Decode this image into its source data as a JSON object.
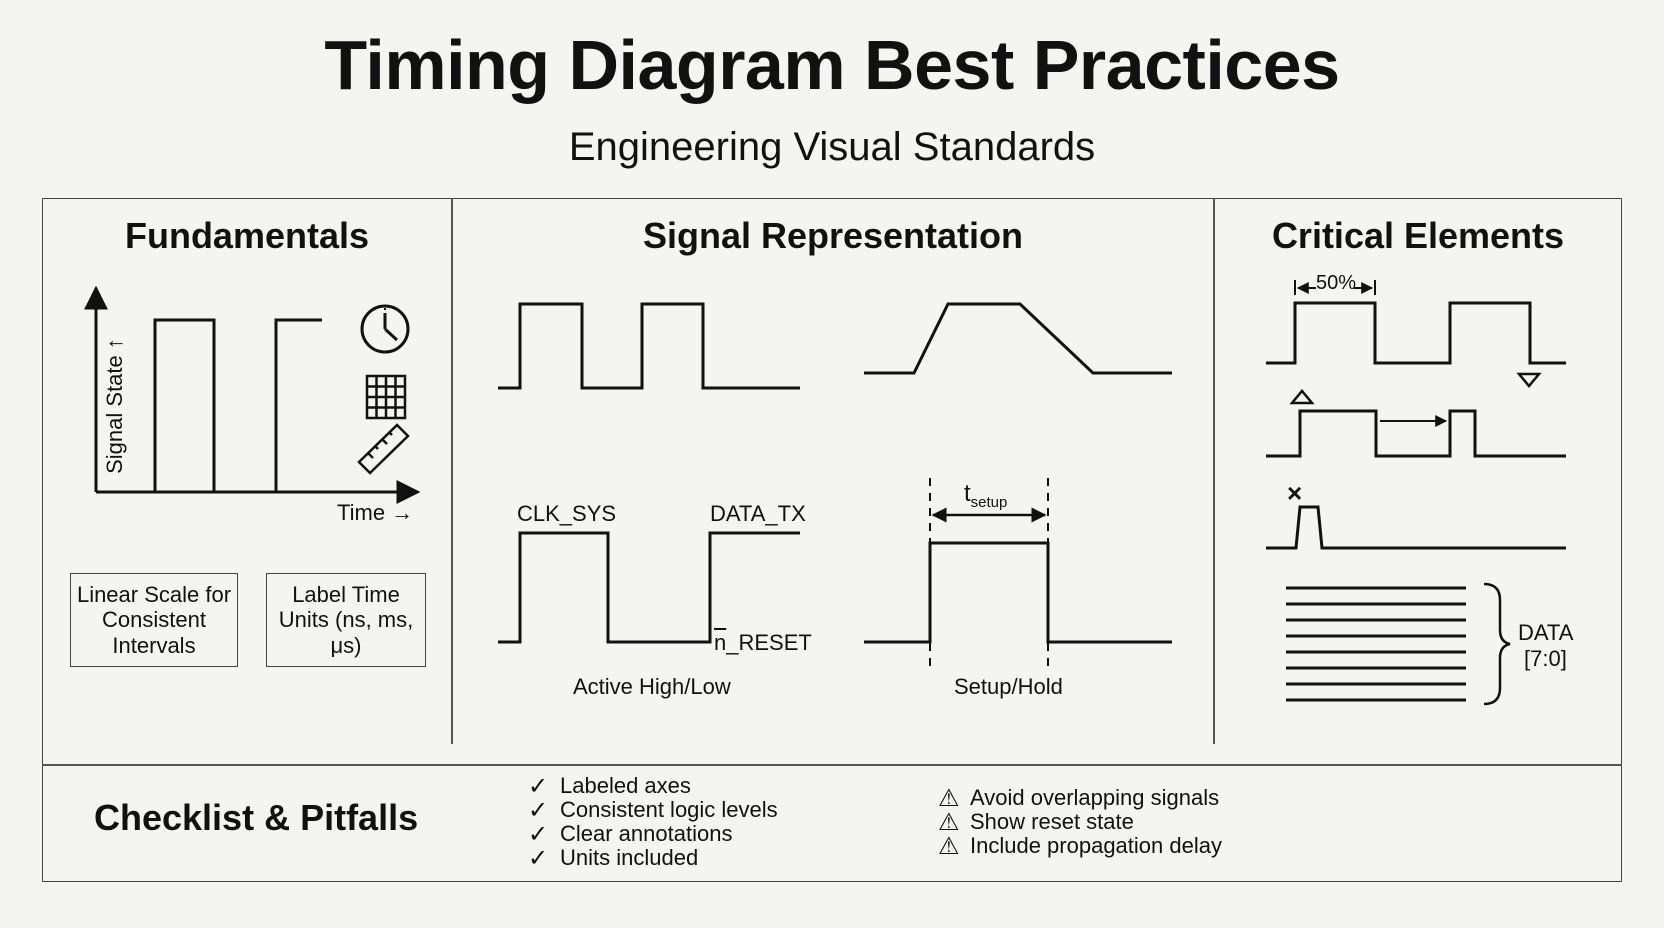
{
  "header": {
    "title": "Timing Diagram Best Practices",
    "subtitle": "Engineering Visual Standards"
  },
  "fundamentals": {
    "heading": "Fundamentals",
    "y_axis_label": "Signal State ↑",
    "x_axis_label": "Time →",
    "icons": [
      "clock-icon",
      "grid-icon",
      "ruler-icon"
    ],
    "boxes": [
      "Linear Scale for Consistent Intervals",
      "Label Time Units (ns, ms, μs)"
    ]
  },
  "signal_representation": {
    "heading": "Signal Representation",
    "label_clk": "CLK_SYS",
    "label_data": "DATA_TX",
    "label_reset_bar": "n",
    "label_reset_rest": "_RESET",
    "caption_active": "Active High/Low",
    "tsetup_main": "t",
    "tsetup_sub": "setup",
    "caption_setup": "Setup/Hold"
  },
  "critical_elements": {
    "heading": "Critical Elements",
    "duty_label": "50%",
    "glitch_mark": "×",
    "bus_label_line1": "DATA",
    "bus_label_line2": "[7:0]"
  },
  "checklist": {
    "heading": "Checklist & Pitfalls",
    "check_symbol": "✓",
    "warn_symbol": "⚠",
    "checks": [
      "Labeled axes",
      "Consistent logic levels",
      "Clear annotations",
      "Units included"
    ],
    "warnings": [
      "Avoid overlapping signals",
      "Show reset state",
      "Include propagation delay"
    ]
  }
}
